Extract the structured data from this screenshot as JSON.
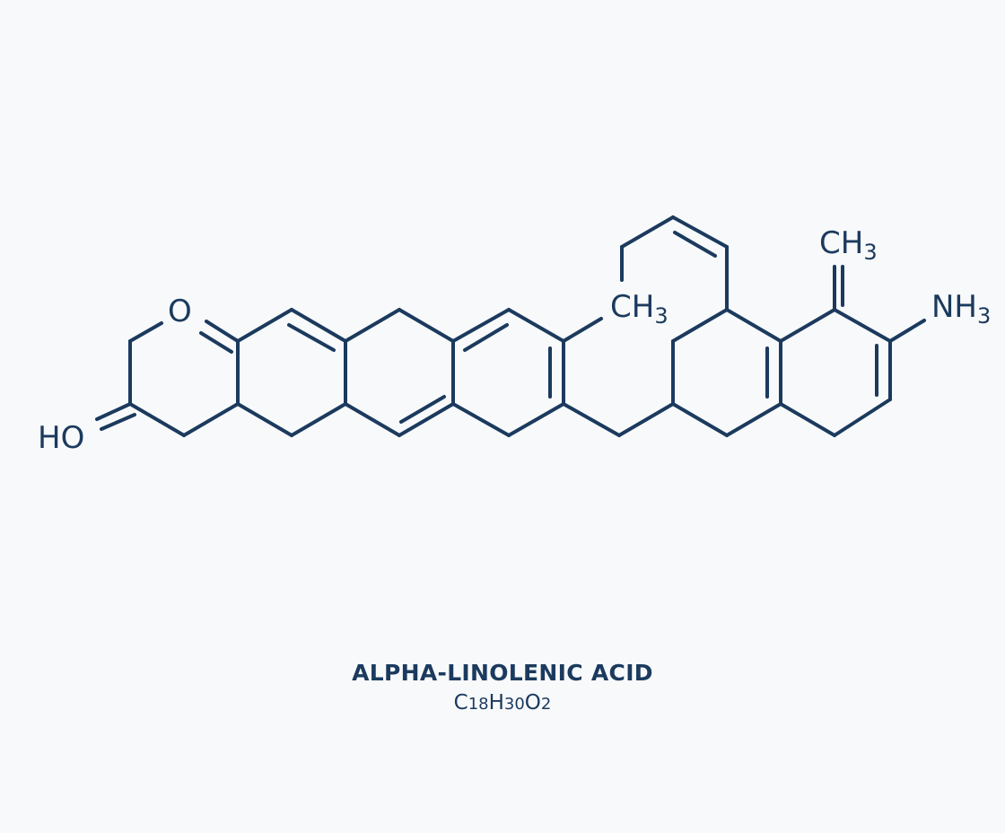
{
  "molecule": {
    "name": "ALPHA-LINOLENIC ACID",
    "formula": {
      "parts": [
        {
          "text": "C",
          "sub": false
        },
        {
          "text": "18",
          "sub": true
        },
        {
          "text": "H",
          "sub": false
        },
        {
          "text": "30",
          "sub": true
        },
        {
          "text": "O",
          "sub": false
        },
        {
          "text": "2",
          "sub": true
        }
      ],
      "display": "C18H30O2"
    }
  },
  "atom_labels": {
    "oxygen_ring": "O",
    "hydroxyl": "HO",
    "methyl_1": {
      "main": "CH",
      "sub": "3"
    },
    "methyl_2": {
      "main": "CH",
      "sub": "3"
    },
    "amine": {
      "main": "NH",
      "sub": "3"
    }
  },
  "colors": {
    "ink": "#1b3a5e",
    "background": "#f8f9fa"
  }
}
